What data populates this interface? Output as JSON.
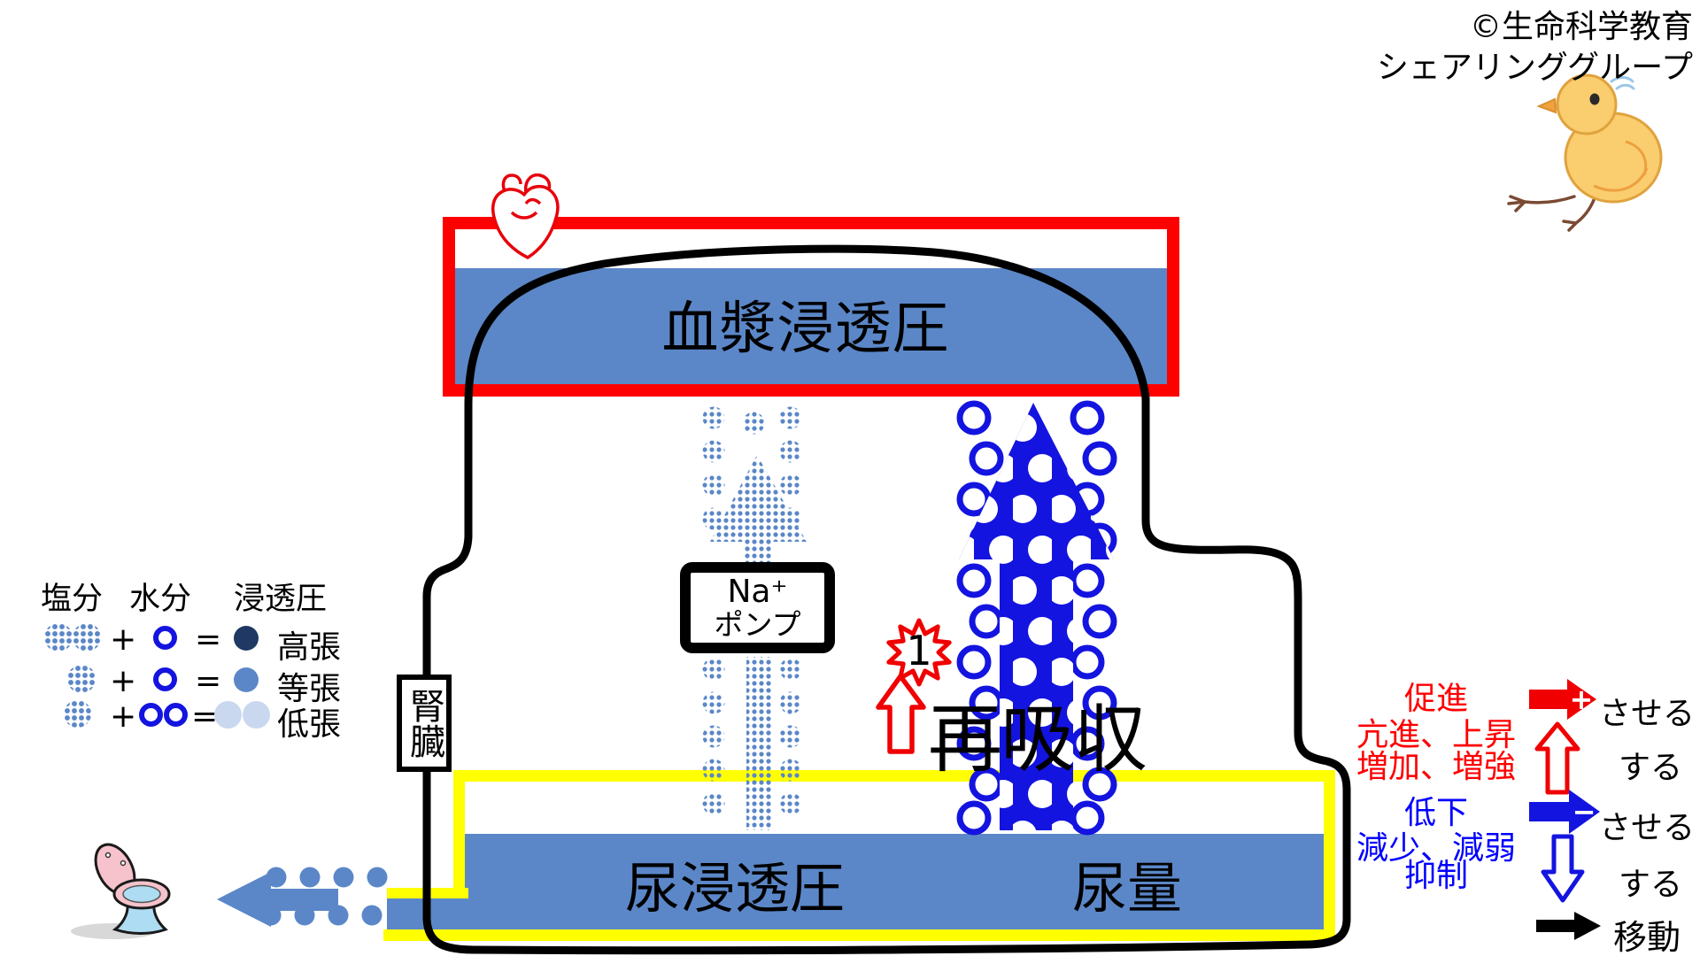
{
  "copyright": {
    "line1": "©生命科学教育",
    "line2": "シェアリンググループ"
  },
  "plasma": {
    "label": "血漿浸透圧"
  },
  "kidney": {
    "label": "腎臓"
  },
  "pump": {
    "line1": "Na⁺",
    "line2": "ポンプ"
  },
  "reabsorption": {
    "label": "再吸収",
    "step": "1"
  },
  "urine": {
    "osmotic": "尿浸透圧",
    "volume": "尿量"
  },
  "tonicity": {
    "header_salt": "塩分",
    "header_water": "水分",
    "header_pressure": "浸透圧",
    "plus": "+",
    "equals": "=",
    "rows": [
      {
        "salt_units": 2,
        "water_units": 1,
        "label": "高張",
        "color": "#1F3864"
      },
      {
        "salt_units": 1,
        "water_units": 1,
        "label": "等張",
        "color": "#5B87C8"
      },
      {
        "salt_units": 1,
        "water_units": 2,
        "label": "低張",
        "color": "#C9D8EF"
      }
    ]
  },
  "actions": {
    "increase": {
      "line1": "促進",
      "line2": "亢進、上昇",
      "line3": "増加、増強",
      "sign": "+",
      "causative": "させる",
      "plain": "する",
      "color": "#FF0000"
    },
    "decrease": {
      "line1": "低下",
      "line2": "減少、減弱",
      "line3": "抑制",
      "sign": "−",
      "causative": "させる",
      "plain": "する",
      "color": "#0000FF"
    },
    "move": {
      "label": "移動",
      "color": "#000000"
    }
  },
  "colors": {
    "band_blue": "#5B87C8",
    "vivid_blue": "#1414E0",
    "red": "#FF0000",
    "yellow": "#FFFF00",
    "dark_navy": "#1F3864",
    "light_blue": "#C9D8EF"
  }
}
